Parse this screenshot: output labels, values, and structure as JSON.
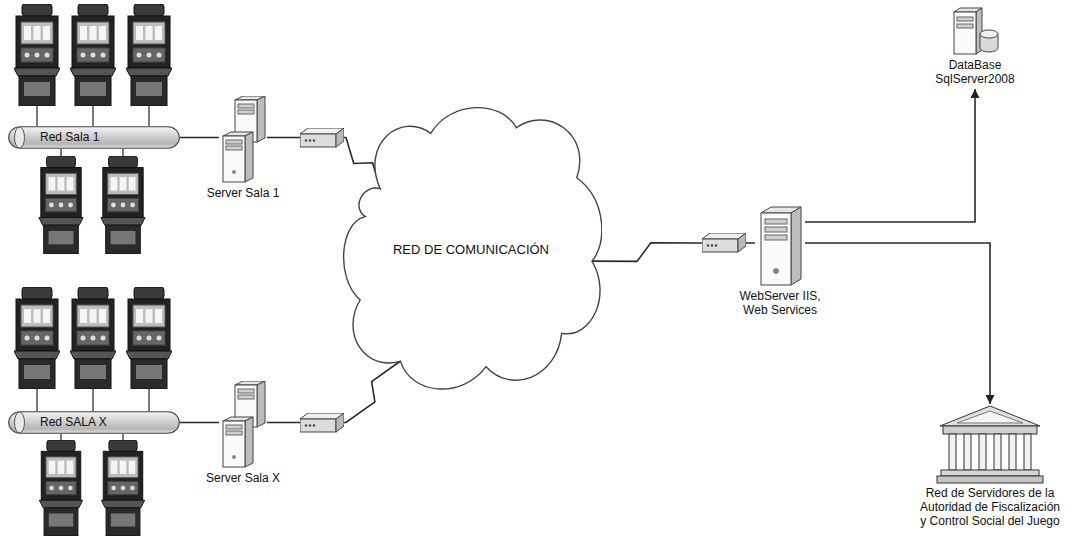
{
  "diagram": {
    "nodes": [
      {
        "text": [
          "Red Sala 1"
        ]
      },
      {
        "text": [
          "Server Sala 1"
        ]
      },
      {
        "text": [
          "RED DE COMUNICACIÓN"
        ]
      },
      {
        "text": [
          "DataBase SqlServer2008"
        ]
      },
      {
        "text": [
          "WebServer IIS, Web Services"
        ]
      },
      {
        "text": [
          "Red de Servidores de la Autoridad de Fiscalización y Control Social del Juego"
        ]
      },
      {
        "text": [
          "Red SALA X"
        ]
      },
      {
        "text": [
          "Server Sala X"
        ]
      }
    ],
    "edges": [
      {
        "from": 0,
        "to": 1,
        "arrow": "none"
      },
      {
        "from": 1,
        "to": 2,
        "arrow": "none"
      },
      {
        "from": 6,
        "to": 7,
        "arrow": "none"
      },
      {
        "from": 7,
        "to": 2,
        "arrow": "none"
      },
      {
        "from": 2,
        "to": 4,
        "arrow": "none"
      },
      {
        "from": 4,
        "to": 3,
        "arrow": "to"
      },
      {
        "from": 4,
        "to": 5,
        "arrow": "to"
      }
    ]
  }
}
